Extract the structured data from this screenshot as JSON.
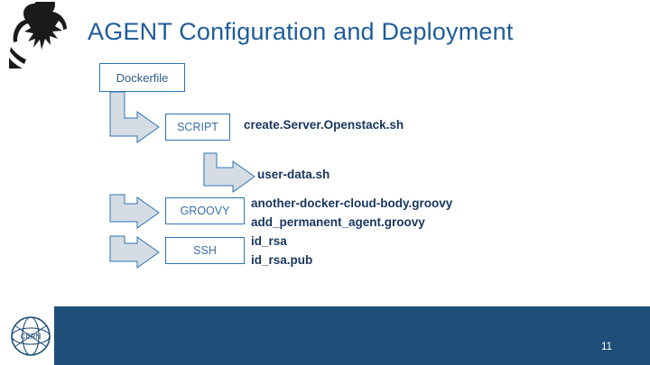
{
  "slide": {
    "title": "AGENT Configuration and Deployment",
    "page_number": "11"
  },
  "logos": {
    "person_icon": "person-silhouette-icon",
    "cern_icon": "cern-logo-icon"
  },
  "diagram": {
    "root": {
      "label": "Dockerfile"
    },
    "nodes": [
      {
        "id": "script",
        "label": "SCRIPT"
      },
      {
        "id": "groovy",
        "label": "GROOVY"
      },
      {
        "id": "ssh",
        "label": "SSH"
      }
    ],
    "files": {
      "script_primary": "create.Server.Openstack.sh",
      "script_secondary": "user-data.sh",
      "groovy": "another-docker-cloud-body.groovy\nadd_permanent_agent.groovy",
      "groovy_line1": "another-docker-cloud-body.groovy",
      "groovy_line2": "add_permanent_agent.groovy",
      "ssh_line1": "id_rsa",
      "ssh_line2": "id_rsa.pub"
    }
  },
  "colors": {
    "title_blue": "#1F5C99",
    "footer_blue": "#1F4E79",
    "arrow_fill": "#D6DCE4",
    "arrow_stroke": "#2E74B5",
    "box_stroke": "#2E74B5",
    "label_text": "#17365D"
  }
}
